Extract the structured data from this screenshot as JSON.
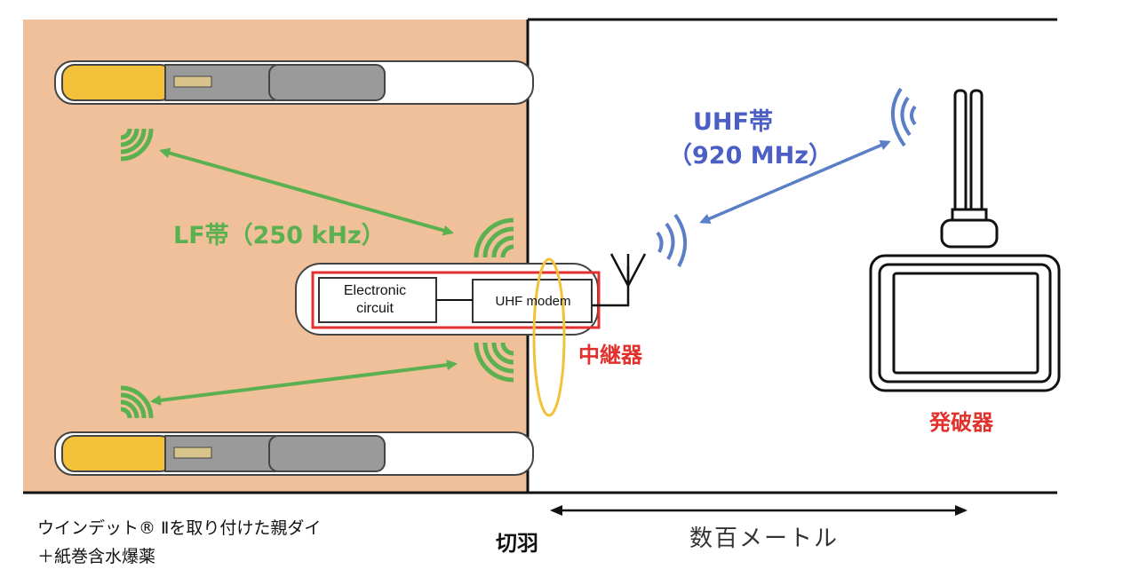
{
  "labels": {
    "lf_band": "LF帯（250 kHz）",
    "uhf_band": "UHF帯",
    "uhf_freq": "（920 MHz）",
    "relay": "中継器",
    "blaster": "発破器",
    "face": "切羽",
    "distance": "数百メートル",
    "caption_line1": "ウインデット® Ⅱを取り付けた親ダイ",
    "caption_line2": "＋紙巻含水爆薬"
  },
  "modules": {
    "electronic_circuit_line1": "Electronic",
    "electronic_circuit_line2": "circuit",
    "uhf_modem": "UHF modem"
  },
  "colors": {
    "rock": "#efc09a",
    "lf_green": "#5bb04f",
    "uhf_blue": "#5b7fc6",
    "uhf_text": "#4c5fc4",
    "red": "#e0312c",
    "yellow_ring": "#f2c23b",
    "explosive_yellow": "#f3c13a",
    "detonator_gray": "#9a9a9a"
  }
}
